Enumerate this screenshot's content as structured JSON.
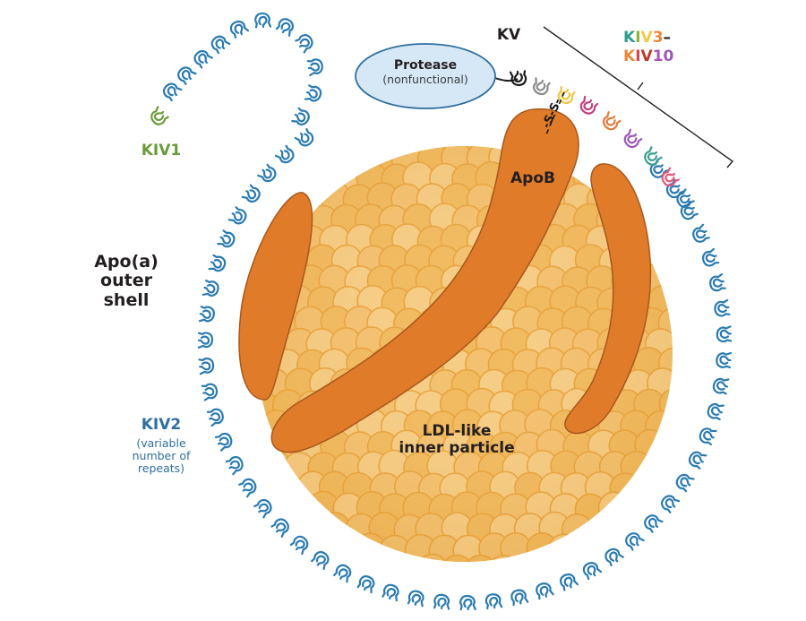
{
  "figure": {
    "title": "Lipoprotein(a) structure",
    "labels": {
      "apoa": [
        "Apo(a)",
        "outer",
        "shell"
      ],
      "kiv1": "KIV1",
      "kiv2_title": "KIV2",
      "kiv2_sub": [
        "(variable",
        "number of",
        "repeats)"
      ],
      "kv": "KV",
      "kiv3": [
        {
          "text": "K",
          "color": "#2a9d8f"
        },
        {
          "text": "I",
          "color": "#8fb339"
        },
        {
          "text": "V",
          "color": "#f2c94c"
        },
        {
          "text": "3",
          "color": "#e8883a"
        },
        {
          "text": "–",
          "color": "#231f20"
        }
      ],
      "kiv10": [
        {
          "text": "K",
          "color": "#e8883a"
        },
        {
          "text": "I",
          "color": "#d64550"
        },
        {
          "text": "V",
          "color": "#c0392b"
        },
        {
          "text": "1",
          "color": "#a855b5"
        },
        {
          "text": "0",
          "color": "#9b59b6"
        }
      ],
      "apob": "ApoB",
      "ldl": [
        "LDL-like",
        "inner particle"
      ],
      "protease_title": "Protease",
      "protease_sub": "(nonfunctional)",
      "disulfide": "-S-S-"
    },
    "colors": {
      "kiv1": "#6a9a3a",
      "kiv2": "#2f6f9f",
      "kiv2_chain": "#2a7ab0",
      "kv": "#1a1a1a",
      "kiv_series": [
        "#2a7ab0",
        "#e4577a",
        "#3a9e8f",
        "#9b59b6",
        "#e07b39",
        "#c2407a",
        "#f0c541",
        "#8a8a8a"
      ],
      "apob": "#e07b2a",
      "apob_stroke": "#a8581c",
      "lipid_fill": "#f3c06d",
      "lipid_stroke": "#e8a23a",
      "protease_fill": "#d6e8f6",
      "protease_stroke": "#2f6f9f",
      "text_dark": "#231f20"
    },
    "kringles": {
      "kiv1_count": 1,
      "kiv2_visible_count": 62,
      "kiv3_to_kiv10_count": 8
    }
  }
}
